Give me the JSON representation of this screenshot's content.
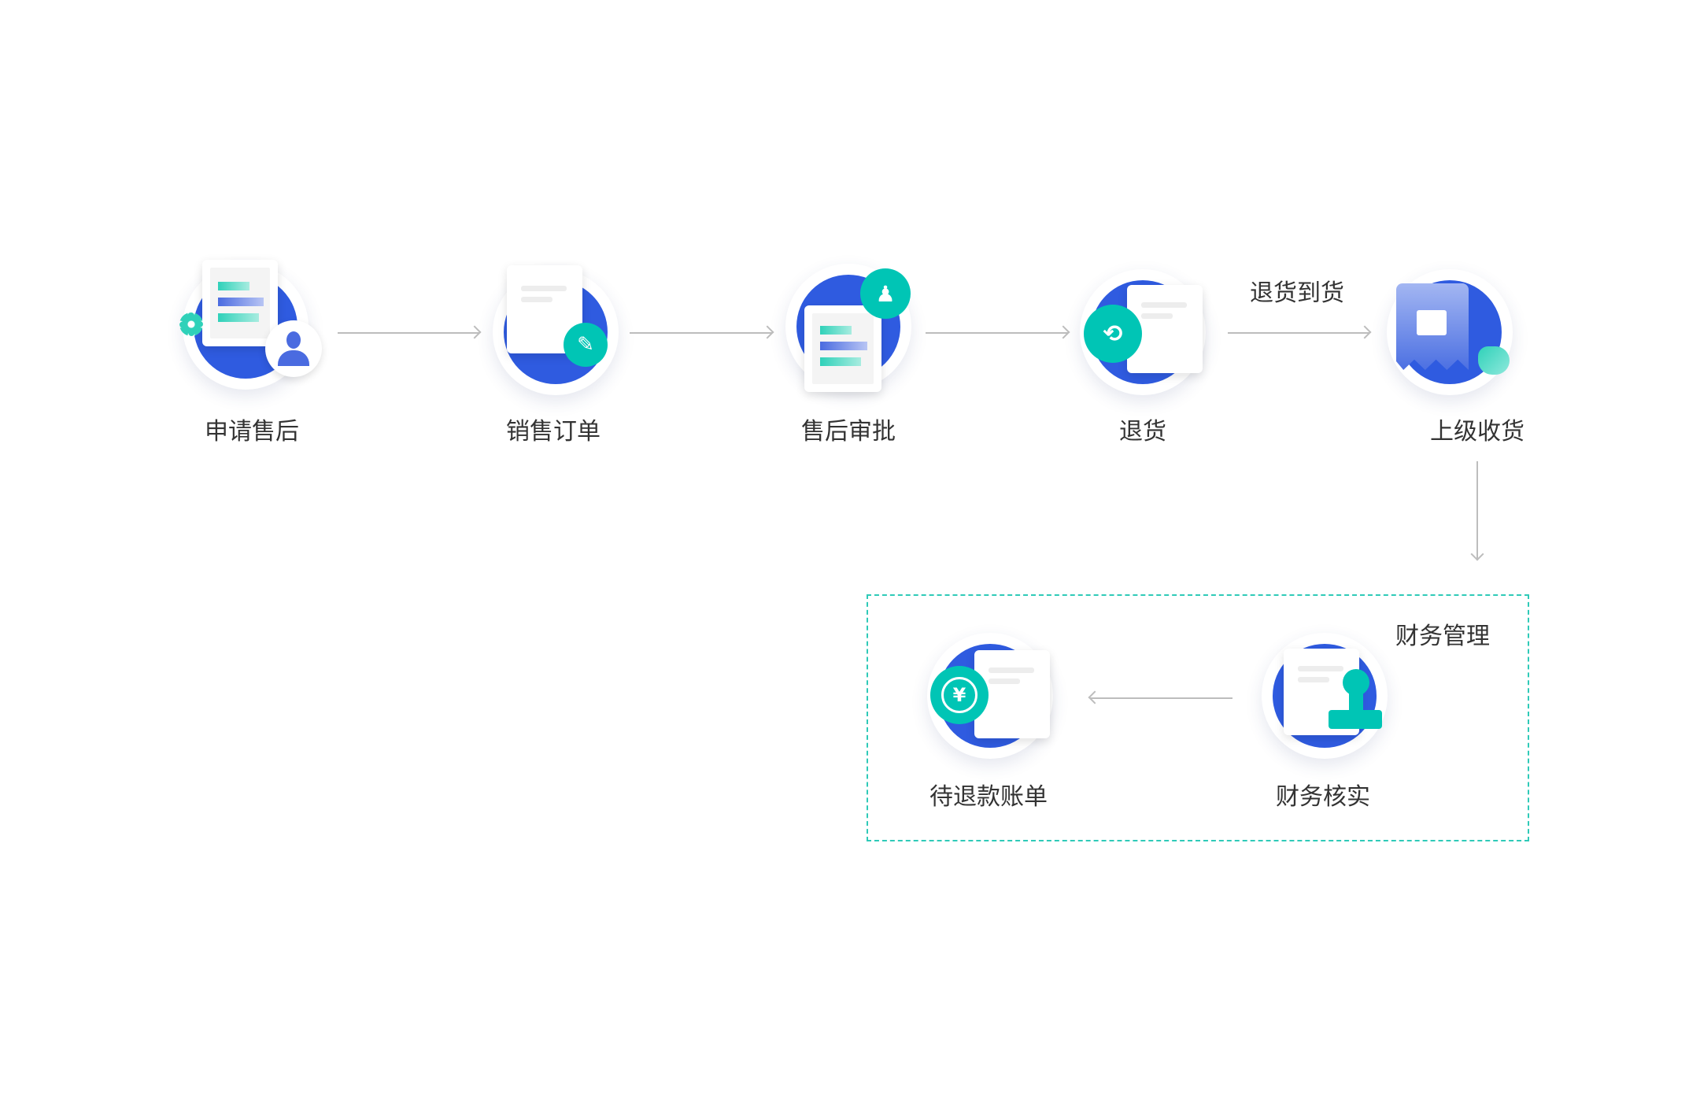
{
  "steps": [
    {
      "label": "申请售后",
      "icon": "document-user-gear-icon"
    },
    {
      "label": "销售订单",
      "icon": "document-edit-icon"
    },
    {
      "label": "售后审批",
      "icon": "document-stamp-icon"
    },
    {
      "label": "退货",
      "icon": "return-bag-icon"
    },
    {
      "label": "上级收货",
      "icon": "package-receipt-icon"
    }
  ],
  "edge_label": "退货到货",
  "finance": {
    "title": "财务管理",
    "steps": [
      {
        "label": "财务核实",
        "icon": "stamp-verify-icon"
      },
      {
        "label": "待退款账单",
        "icon": "refund-yen-icon"
      }
    ]
  },
  "colors": {
    "blue": "#2f5be0",
    "teal": "#00c5b5",
    "dashed_border": "#2fcab8"
  }
}
